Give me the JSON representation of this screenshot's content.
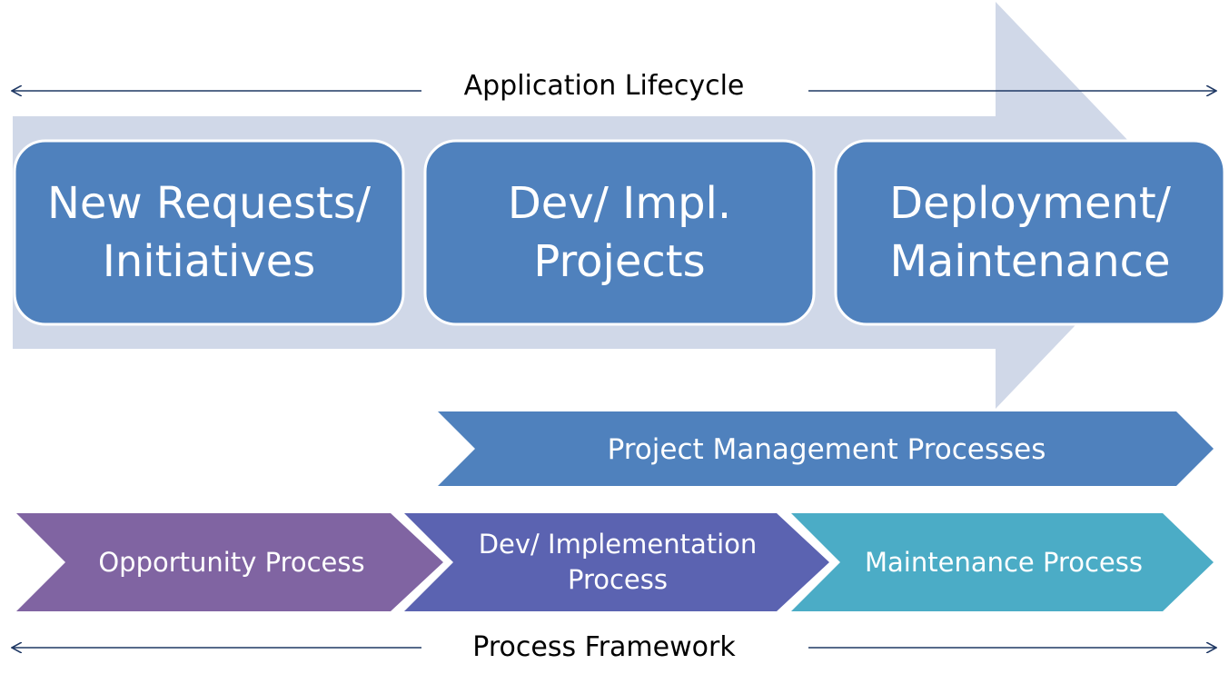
{
  "lifecycle": {
    "label": "Application Lifecycle"
  },
  "stages": [
    {
      "label": "New Requests/\nInitiatives"
    },
    {
      "label": "Dev/ Impl.\nProjects"
    },
    {
      "label": "Deployment/\nMaintenance"
    }
  ],
  "project_management": {
    "label": "Project Management Processes"
  },
  "processes": [
    {
      "label": "Opportunity Process"
    },
    {
      "label": "Dev/ Implementation\nProcess"
    },
    {
      "label": "Maintenance Process"
    }
  ],
  "framework": {
    "label": "Process Framework"
  },
  "colors": {
    "big_arrow": "#d0d8e8",
    "stage_box": "#4f81bd",
    "project_management": "#4f81bd",
    "opportunity": "#8064a2",
    "implementation": "#5b63b1",
    "maintenance": "#4bacc6",
    "line": "#1f3864"
  }
}
